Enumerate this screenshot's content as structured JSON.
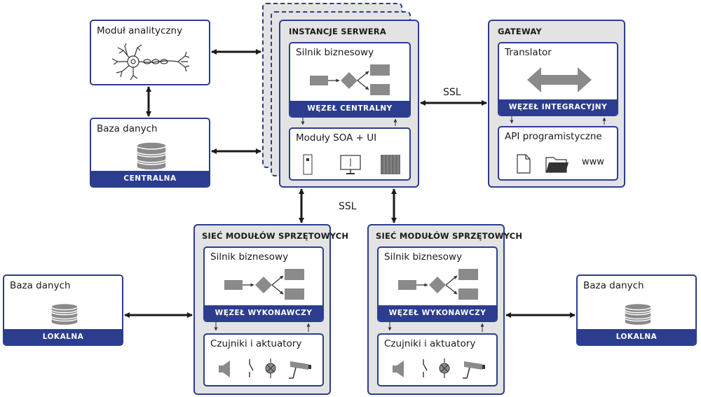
{
  "analytics": {
    "title": "Moduł analityczny"
  },
  "central_db": {
    "title": "Baza danych",
    "band": "CENTRALNA"
  },
  "server": {
    "title": "INSTANCJE SERWERA",
    "engine": {
      "title": "Silnik biznesowy",
      "band": "WĘZEŁ CENTRALNY"
    },
    "soa": {
      "title": "Moduły SOA + UI"
    }
  },
  "gateway": {
    "title": "GATEWAY",
    "translator": {
      "title": "Translator",
      "band": "WĘZEŁ INTEGRACYJNY"
    },
    "api": {
      "title": "API programistyczne",
      "www": "www"
    }
  },
  "ssl_labels": [
    "SSL",
    "SSL"
  ],
  "hw_left": {
    "title": "SIEĆ MODUŁÓW SPRZĘTOWYCH",
    "engine": {
      "title": "Silnik biznesowy",
      "band": "WĘZEŁ WYKONAWCZY"
    },
    "sensors": {
      "title": "Czujniki i aktuatory"
    }
  },
  "hw_right": {
    "title": "SIEĆ MODUŁÓW SPRZĘTOWYCH",
    "engine": {
      "title": "Silnik biznesowy",
      "band": "WĘZEŁ WYKONAWCZY"
    },
    "sensors": {
      "title": "Czujniki i aktuatory"
    }
  },
  "local_db_left": {
    "title": "Baza danych",
    "band": "LOKALNA"
  },
  "local_db_right": {
    "title": "Baza danych",
    "band": "LOKALNA"
  },
  "colors": {
    "navy": "#2c3d8f",
    "gray_panel": "#e3e3e3",
    "icon_gray": "#8a8a8a"
  }
}
